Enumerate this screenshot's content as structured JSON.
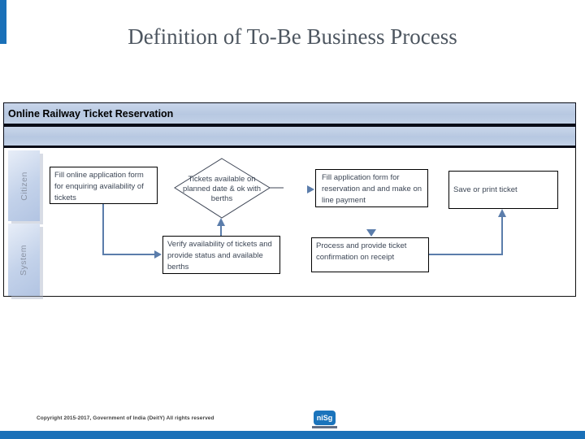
{
  "slide": {
    "title": "Definition of To-Be Business Process"
  },
  "diagram": {
    "header": "Online Railway Ticket Reservation",
    "lanes": [
      {
        "label": "Citizen"
      },
      {
        "label": "System"
      }
    ],
    "nodes": [
      {
        "id": "fill-enquiry",
        "type": "process",
        "lane": "Citizen",
        "text": "Fill online application form for enquiring availability of tickets"
      },
      {
        "id": "tickets-available-decision",
        "type": "decision",
        "lane": "Citizen",
        "text": "Tickets available on planned date & ok with berths"
      },
      {
        "id": "fill-reservation",
        "type": "process",
        "lane": "Citizen",
        "text": "Fill application form for reservation and and make on line payment"
      },
      {
        "id": "save-print-ticket",
        "type": "process",
        "lane": "Citizen",
        "text": "Save or print ticket"
      },
      {
        "id": "verify-availability",
        "type": "process",
        "lane": "System",
        "text": "Verify availability of tickets and provide status and available berths"
      },
      {
        "id": "process-confirmation",
        "type": "process",
        "lane": "System",
        "text": "Process and provide ticket confirmation on receipt"
      }
    ],
    "flow": [
      "fill-enquiry -> verify-availability",
      "verify-availability -> tickets-available-decision",
      "tickets-available-decision -> fill-reservation",
      "fill-reservation -> process-confirmation",
      "process-confirmation -> save-print-ticket"
    ]
  },
  "footer": {
    "copyright": "Copyright 2015-2017, Government of India (DeitY) All rights reserved",
    "logo_text": "niSg"
  },
  "colors": {
    "accent_blue": "#1a70b8",
    "band_blue": "#bccbe3",
    "connector_blue": "#5b7dab",
    "title_gray": "#4d5660"
  }
}
